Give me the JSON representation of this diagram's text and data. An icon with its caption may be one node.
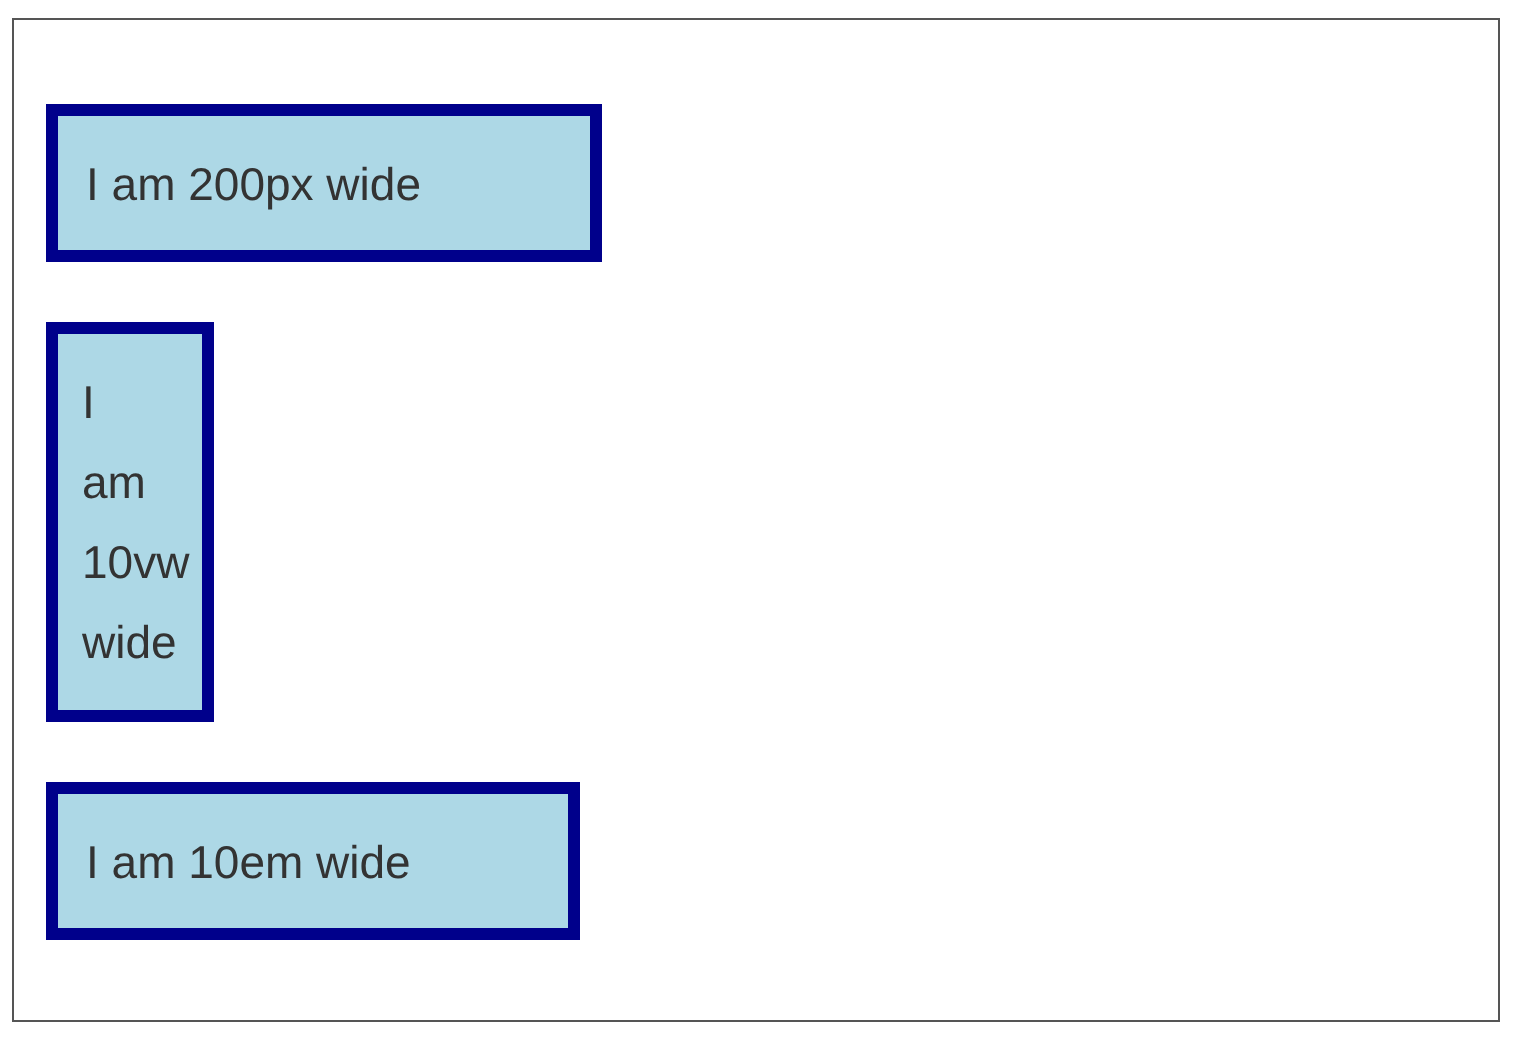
{
  "diagram": {
    "nodes": [
      {
        "text": [],
        "shape": "box"
      },
      {
        "text": [
          "I am 200px wide"
        ],
        "in": 0
      },
      {
        "text": [
          "I am 10vw wide"
        ],
        "in": 0
      },
      {
        "text": [
          "I am 10em wide"
        ],
        "in": 0
      }
    ]
  }
}
